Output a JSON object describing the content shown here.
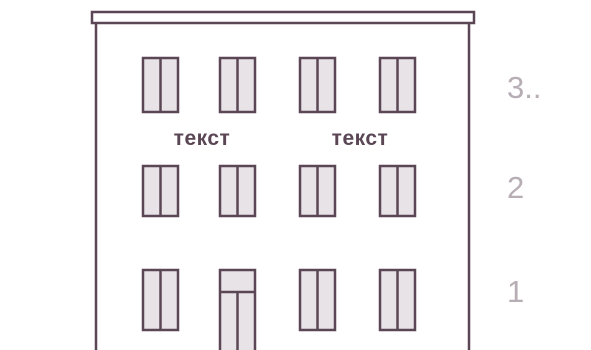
{
  "colors": {
    "outline": "#5a4654",
    "facade": "#ffffff",
    "glass": "#e8e3e7",
    "sign_text": "#5a4654",
    "floor_number": "#b7adb5"
  },
  "building": {
    "signs": [
      "текст",
      "текст"
    ],
    "floors": [
      {
        "number": "3.."
      },
      {
        "number": "2"
      },
      {
        "number": "1"
      }
    ]
  }
}
